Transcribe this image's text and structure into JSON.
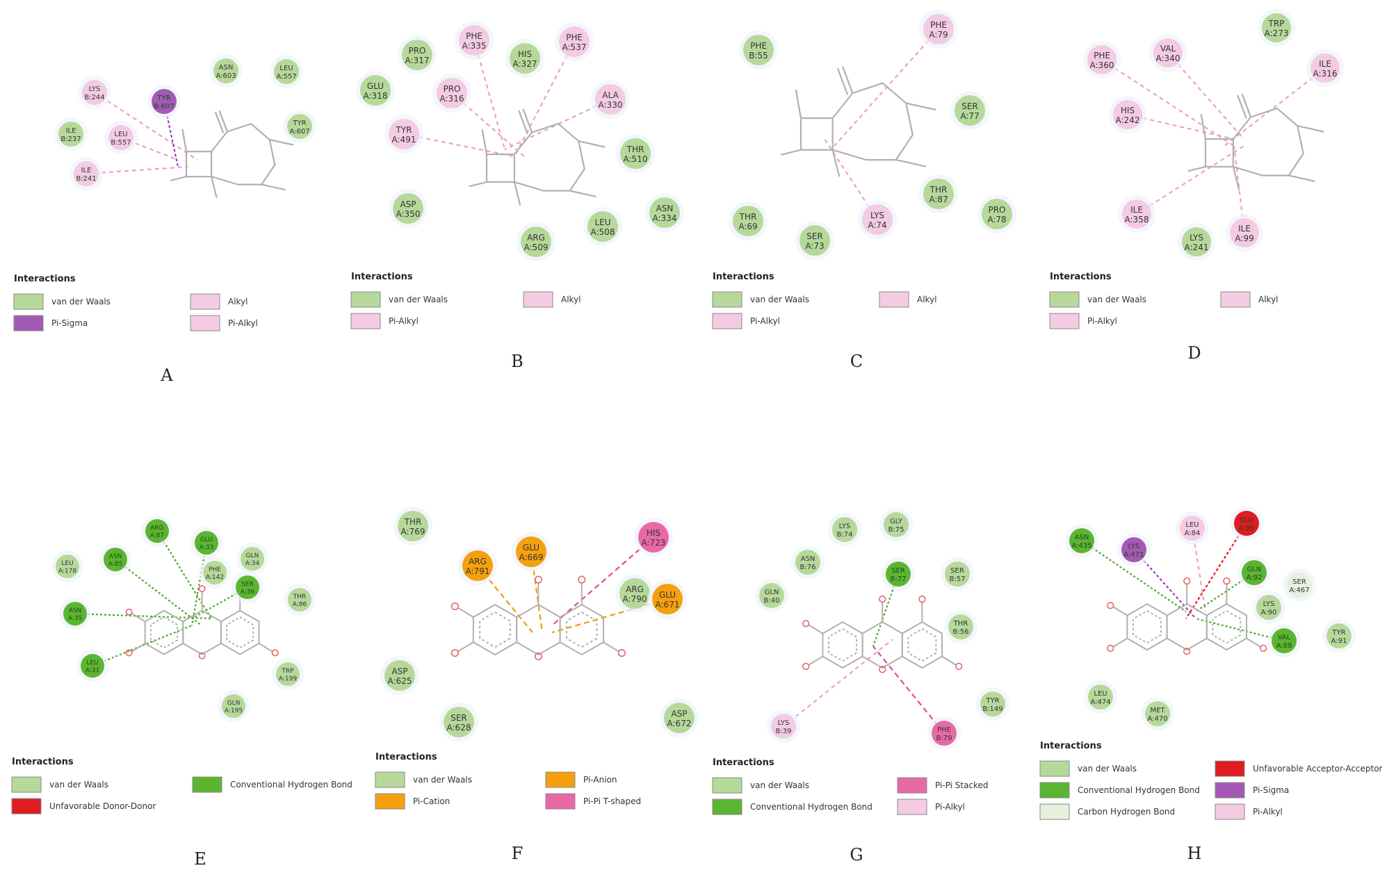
{
  "colors": {
    "van_der_waals": "#b6d99a",
    "alkyl": "#f3cbe3",
    "pi_sigma": "#a45ab4",
    "conv_hbond": "#5cb531",
    "unfav": "#e01b22",
    "pi_cation": "#f5a00f",
    "pi_anion": "#f5a00f",
    "pi_pi": "#e869a6",
    "carbon_hbond": "#e6f0dd"
  },
  "panels": [
    {
      "id": "A",
      "label": "A",
      "residues": [
        {
          "n": "ASN",
          "i": "A:603",
          "t": "vdw"
        },
        {
          "n": "LEU",
          "i": "A:557",
          "t": "vdw"
        },
        {
          "n": "LYS",
          "i": "B:244",
          "t": "alkyl"
        },
        {
          "n": "TYR",
          "i": "B:607",
          "t": "pisigma"
        },
        {
          "n": "TYR",
          "i": "A:607",
          "t": "vdw"
        },
        {
          "n": "ILE",
          "i": "B:237",
          "t": "vdw"
        },
        {
          "n": "LEU",
          "i": "B:557",
          "t": "alkyl"
        },
        {
          "n": "ILE",
          "i": "B:241",
          "t": "alkyl"
        }
      ],
      "legend": {
        "title": "Interactions",
        "items": [
          {
            "label": "van der Waals",
            "c": "van_der_waals"
          },
          {
            "label": "Alkyl",
            "c": "alkyl"
          },
          {
            "label": "Pi-Sigma",
            "c": "pi_sigma"
          },
          {
            "label": "Pi-Alkyl",
            "c": "alkyl"
          }
        ]
      }
    },
    {
      "id": "B",
      "label": "B",
      "residues": [
        {
          "n": "PHE",
          "i": "A:335",
          "t": "alkyl"
        },
        {
          "n": "PHE",
          "i": "A:537",
          "t": "alkyl"
        },
        {
          "n": "PRO",
          "i": "A:317",
          "t": "vdw"
        },
        {
          "n": "HIS",
          "i": "A:327",
          "t": "vdw"
        },
        {
          "n": "GLU",
          "i": "A:318",
          "t": "vdw"
        },
        {
          "n": "PRO",
          "i": "A:316",
          "t": "alkyl"
        },
        {
          "n": "ALA",
          "i": "A:330",
          "t": "alkyl"
        },
        {
          "n": "TYR",
          "i": "A:491",
          "t": "alkyl"
        },
        {
          "n": "THR",
          "i": "A:510",
          "t": "vdw"
        },
        {
          "n": "ASP",
          "i": "A:350",
          "t": "vdw"
        },
        {
          "n": "ASN",
          "i": "A:334",
          "t": "vdw"
        },
        {
          "n": "LEU",
          "i": "A:508",
          "t": "vdw"
        },
        {
          "n": "ARG",
          "i": "A:509",
          "t": "vdw"
        }
      ],
      "legend": {
        "title": "Interactions",
        "items": [
          {
            "label": "van der Waals",
            "c": "van_der_waals"
          },
          {
            "label": "Pi-Alkyl",
            "c": "alkyl"
          },
          {
            "label": "Alkyl",
            "c": "alkyl"
          }
        ]
      }
    },
    {
      "id": "C",
      "label": "C",
      "residues": [
        {
          "n": "PHE",
          "i": "B:55",
          "t": "vdw"
        },
        {
          "n": "PHE",
          "i": "A:79",
          "t": "alkyl"
        },
        {
          "n": "SER",
          "i": "A:77",
          "t": "vdw"
        },
        {
          "n": "THR",
          "i": "A:87",
          "t": "vdw"
        },
        {
          "n": "PRO",
          "i": "A:78",
          "t": "vdw"
        },
        {
          "n": "THR",
          "i": "A:69",
          "t": "vdw"
        },
        {
          "n": "LYS",
          "i": "A:74",
          "t": "alkyl"
        },
        {
          "n": "SER",
          "i": "A:73",
          "t": "vdw"
        }
      ],
      "legend": {
        "title": "Interactions",
        "items": [
          {
            "label": "van der Waals",
            "c": "van_der_waals"
          },
          {
            "label": "Pi-Alkyl",
            "c": "alkyl"
          },
          {
            "label": "Alkyl",
            "c": "alkyl"
          }
        ]
      }
    },
    {
      "id": "D",
      "label": "D",
      "residues": [
        {
          "n": "TRP",
          "i": "A:273",
          "t": "vdw"
        },
        {
          "n": "PHE",
          "i": "A:360",
          "t": "alkyl"
        },
        {
          "n": "VAL",
          "i": "A:340",
          "t": "alkyl"
        },
        {
          "n": "ILE",
          "i": "A:316",
          "t": "alkyl"
        },
        {
          "n": "HIS",
          "i": "A:242",
          "t": "alkyl"
        },
        {
          "n": "ILE",
          "i": "A:358",
          "t": "alkyl"
        },
        {
          "n": "LYS",
          "i": "A:241",
          "t": "vdw"
        },
        {
          "n": "ILE",
          "i": "A:99",
          "t": "alkyl"
        }
      ],
      "legend": {
        "title": "Interactions",
        "items": [
          {
            "label": "van der Waals",
            "c": "van_der_waals"
          },
          {
            "label": "Pi-Alkyl",
            "c": "alkyl"
          },
          {
            "label": "Alkyl",
            "c": "alkyl"
          }
        ]
      }
    },
    {
      "id": "E",
      "label": "E",
      "residues": [
        {
          "n": "LEU",
          "i": "A:178",
          "t": "vdw"
        },
        {
          "n": "ASN",
          "i": "A:85",
          "t": "hbond"
        },
        {
          "n": "ARG",
          "i": "A:87",
          "t": "hbond"
        },
        {
          "n": "GLU",
          "i": "A:33",
          "t": "hbond"
        },
        {
          "n": "PHE",
          "i": "A:142",
          "t": "vdw"
        },
        {
          "n": "GLN",
          "i": "A:34",
          "t": "vdw"
        },
        {
          "n": "SER",
          "i": "A:36",
          "t": "hbond"
        },
        {
          "n": "THR",
          "i": "A:86",
          "t": "vdw"
        },
        {
          "n": "ASN",
          "i": "A:35",
          "t": "hbond"
        },
        {
          "n": "LEU",
          "i": "A:31",
          "t": "hbond"
        },
        {
          "n": "TRP",
          "i": "A:199",
          "t": "vdw"
        },
        {
          "n": "GLN",
          "i": "A:195",
          "t": "vdw"
        }
      ],
      "legend": {
        "title": "Interactions",
        "items": [
          {
            "label": "van der Waals",
            "c": "van_der_waals"
          },
          {
            "label": "Unfavorable Donor-Donor",
            "c": "unfav"
          },
          {
            "label": "Conventional Hydrogen Bond",
            "c": "conv_hbond"
          }
        ]
      }
    },
    {
      "id": "F",
      "label": "F",
      "residues": [
        {
          "n": "THR",
          "i": "A:769",
          "t": "vdw"
        },
        {
          "n": "GLU",
          "i": "A:669",
          "t": "orange"
        },
        {
          "n": "HIS",
          "i": "A:723",
          "t": "pipi"
        },
        {
          "n": "ARG",
          "i": "A:791",
          "t": "orange"
        },
        {
          "n": "ARG",
          "i": "A:790",
          "t": "vdw"
        },
        {
          "n": "GLU",
          "i": "A:671",
          "t": "orange"
        },
        {
          "n": "ASP",
          "i": "A:625",
          "t": "vdw"
        },
        {
          "n": "SER",
          "i": "A:628",
          "t": "vdw"
        },
        {
          "n": "ASP",
          "i": "A:672",
          "t": "vdw"
        }
      ],
      "legend": {
        "title": "Interactions",
        "items": [
          {
            "label": "van der Waals",
            "c": "van_der_waals"
          },
          {
            "label": "Pi-Anion",
            "c": "pi_anion"
          },
          {
            "label": "Pi-Cation",
            "c": "pi_cation"
          },
          {
            "label": "Pi-Pi T-shaped",
            "c": "pi_pi"
          }
        ]
      }
    },
    {
      "id": "G",
      "label": "G",
      "residues": [
        {
          "n": "LYS",
          "i": "B:74",
          "t": "vdw"
        },
        {
          "n": "GLY",
          "i": "B:75",
          "t": "vdw"
        },
        {
          "n": "ASN",
          "i": "B:76",
          "t": "vdw"
        },
        {
          "n": "SER",
          "i": "B:77",
          "t": "hbond"
        },
        {
          "n": "SER",
          "i": "B:57",
          "t": "vdw"
        },
        {
          "n": "GLN",
          "i": "B:40",
          "t": "vdw"
        },
        {
          "n": "THR",
          "i": "B:56",
          "t": "vdw"
        },
        {
          "n": "TYR",
          "i": "B:149",
          "t": "vdw"
        },
        {
          "n": "LYS",
          "i": "B:39",
          "t": "alkyl"
        },
        {
          "n": "PHE",
          "i": "B:79",
          "t": "pipi"
        }
      ],
      "legend": {
        "title": "Interactions",
        "items": [
          {
            "label": "van der Waals",
            "c": "van_der_waals"
          },
          {
            "label": "Pi-Pi Stacked",
            "c": "pi_pi"
          },
          {
            "label": "Conventional Hydrogen Bond",
            "c": "conv_hbond"
          },
          {
            "label": "Pi-Alkyl",
            "c": "alkyl"
          }
        ]
      }
    },
    {
      "id": "H",
      "label": "H",
      "residues": [
        {
          "n": "ASN",
          "i": "A:435",
          "t": "hbond"
        },
        {
          "n": "LYS",
          "i": "A:471",
          "t": "pisigma"
        },
        {
          "n": "LEU",
          "i": "A:84",
          "t": "alkyl"
        },
        {
          "n": "GLU",
          "i": "A:85",
          "t": "unfav"
        },
        {
          "n": "GLN",
          "i": "A:92",
          "t": "hbond"
        },
        {
          "n": "SER",
          "i": "A:467",
          "t": "chbond"
        },
        {
          "n": "LYS",
          "i": "A:90",
          "t": "vdw"
        },
        {
          "n": "VAL",
          "i": "A:89",
          "t": "hbond"
        },
        {
          "n": "TYR",
          "i": "A:91",
          "t": "vdw"
        },
        {
          "n": "LEU",
          "i": "A:474",
          "t": "vdw"
        },
        {
          "n": "MET",
          "i": "A:470",
          "t": "vdw"
        }
      ],
      "legend": {
        "title": "Interactions",
        "items": [
          {
            "label": "van der Waals",
            "c": "van_der_waals"
          },
          {
            "label": "Unfavorable Acceptor-Acceptor",
            "c": "unfav"
          },
          {
            "label": "Conventional Hydrogen Bond",
            "c": "conv_hbond"
          },
          {
            "label": "Pi-Sigma",
            "c": "pi_sigma"
          },
          {
            "label": "Carbon Hydrogen Bond",
            "c": "carbon_hbond"
          },
          {
            "label": "Pi-Alkyl",
            "c": "alkyl"
          }
        ]
      }
    }
  ]
}
